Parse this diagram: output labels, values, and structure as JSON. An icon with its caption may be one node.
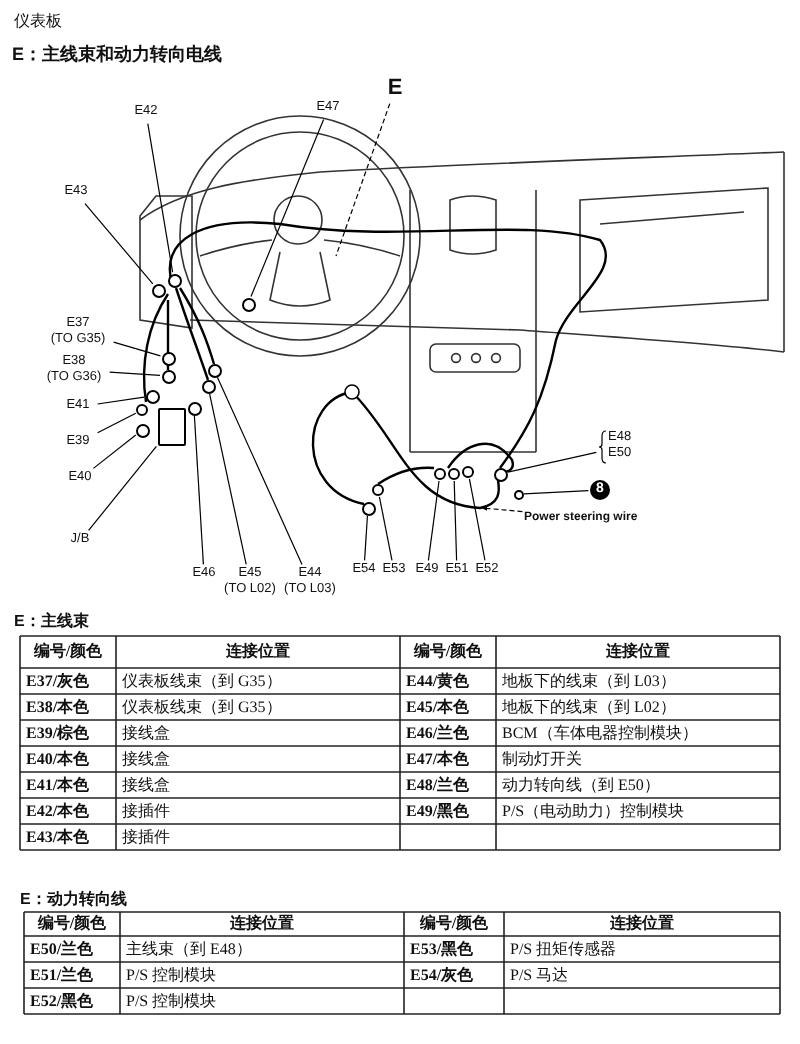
{
  "diagram": {
    "title": "E：主线束和动力转向电线",
    "nodes": [
      {
        "text": [
          "E42"
        ]
      },
      {
        "text": [
          "E47"
        ]
      },
      {
        "text": [
          "E"
        ]
      },
      {
        "text": [
          "E43"
        ]
      },
      {
        "text": [
          "E37",
          "(TO G35)"
        ]
      },
      {
        "text": [
          "E38",
          "(TO G36)"
        ]
      },
      {
        "text": [
          "E41"
        ]
      },
      {
        "text": [
          "E39"
        ]
      },
      {
        "text": [
          "E40"
        ]
      },
      {
        "text": [
          "J/B"
        ]
      },
      {
        "text": [
          "E46"
        ]
      },
      {
        "text": [
          "E45",
          "(TO L02)"
        ]
      },
      {
        "text": [
          "E44",
          "(TO L03)"
        ]
      },
      {
        "text": [
          "E54"
        ]
      },
      {
        "text": [
          "E53"
        ]
      },
      {
        "text": [
          "E49"
        ]
      },
      {
        "text": [
          "E51"
        ]
      },
      {
        "text": [
          "E52"
        ]
      },
      {
        "text": [
          "E48",
          "E50"
        ]
      },
      {
        "text": [
          "8"
        ]
      },
      {
        "text": [
          "Power steering wire"
        ]
      },
      {
        "text": [],
        "shape": "circle"
      },
      {
        "text": [],
        "shape": "circle"
      },
      {
        "text": [],
        "shape": "circle"
      },
      {
        "text": [],
        "shape": "circle"
      },
      {
        "text": [],
        "shape": "circle"
      },
      {
        "text": [],
        "shape": "circle"
      },
      {
        "text": [],
        "shape": "circle"
      },
      {
        "text": [],
        "shape": "circle"
      },
      {
        "text": [],
        "shape": "box"
      },
      {
        "text": [],
        "shape": "circle"
      },
      {
        "text": [],
        "shape": "circle"
      },
      {
        "text": [],
        "shape": "circle"
      },
      {
        "text": [],
        "shape": "circle"
      },
      {
        "text": [],
        "shape": "circle"
      },
      {
        "text": [],
        "shape": "circle"
      },
      {
        "text": [],
        "shape": "circle"
      },
      {
        "text": [],
        "shape": "circle"
      },
      {
        "text": [],
        "shape": "circle"
      },
      {
        "text": [],
        "shape": "circle"
      }
    ],
    "edges": [
      {
        "from": 0,
        "to": 21,
        "arrow": "none"
      },
      {
        "from": 1,
        "to": 22,
        "arrow": "none"
      },
      {
        "from": 2,
        "to": null,
        "arrow": "none",
        "style": "dashed"
      },
      {
        "from": 3,
        "to": 23,
        "arrow": "none"
      },
      {
        "from": 4,
        "to": 24,
        "arrow": "none"
      },
      {
        "from": 5,
        "to": 25,
        "arrow": "none"
      },
      {
        "from": 6,
        "to": 26,
        "arrow": "none"
      },
      {
        "from": 7,
        "to": 27,
        "arrow": "none"
      },
      {
        "from": 8,
        "to": 28,
        "arrow": "none"
      },
      {
        "from": 9,
        "to": 29,
        "arrow": "none"
      },
      {
        "from": 10,
        "to": 30,
        "arrow": "none"
      },
      {
        "from": 11,
        "to": 31,
        "arrow": "none"
      },
      {
        "from": 12,
        "to": 32,
        "arrow": "none"
      },
      {
        "from": 13,
        "to": 33,
        "arrow": "none"
      },
      {
        "from": 14,
        "to": 34,
        "arrow": "none"
      },
      {
        "from": 15,
        "to": 35,
        "arrow": "none"
      },
      {
        "from": 16,
        "to": 36,
        "arrow": "none"
      },
      {
        "from": 17,
        "to": 37,
        "arrow": "none"
      },
      {
        "from": 18,
        "to": 38,
        "arrow": "none"
      },
      {
        "from": 19,
        "to": 39,
        "arrow": "none"
      },
      {
        "from": 20,
        "to": null,
        "arrow": "to",
        "style": "dashed"
      }
    ],
    "labels": [
      "仪表板",
      "E：主线束",
      "编号/颜色",
      "连接位置",
      "编号/颜色",
      "连接位置",
      "E37/灰色",
      "仪表板线束（到 G35）",
      "E44/黄色",
      "地板下的线束（到 L03）",
      "E38/本色",
      "仪表板线束（到 G35）",
      "E45/本色",
      "地板下的线束（到 L02）",
      "E39/棕色",
      "接线盒",
      "E46/兰色",
      "BCM（车体电器控制模块）",
      "E40/本色",
      "接线盒",
      "E47/本色",
      "制动灯开关",
      "E41/本色",
      "接线盒",
      "E48/兰色",
      "动力转向线（到 E50）",
      "E42/本色",
      "接插件",
      "E49/黑色",
      "P/S（电动助力）控制模块",
      "E43/本色",
      "接插件",
      "E：动力转向线",
      "编号/颜色",
      "连接位置",
      "编号/颜色",
      "连接位置",
      "E50/兰色",
      "主线束（到 E48）",
      "E53/黑色",
      "P/S 扭矩传感器",
      "E51/兰色",
      "P/S 控制模块",
      "E54/灰色",
      "P/S 马达",
      "E52/黑色",
      "P/S 控制模块"
    ]
  }
}
